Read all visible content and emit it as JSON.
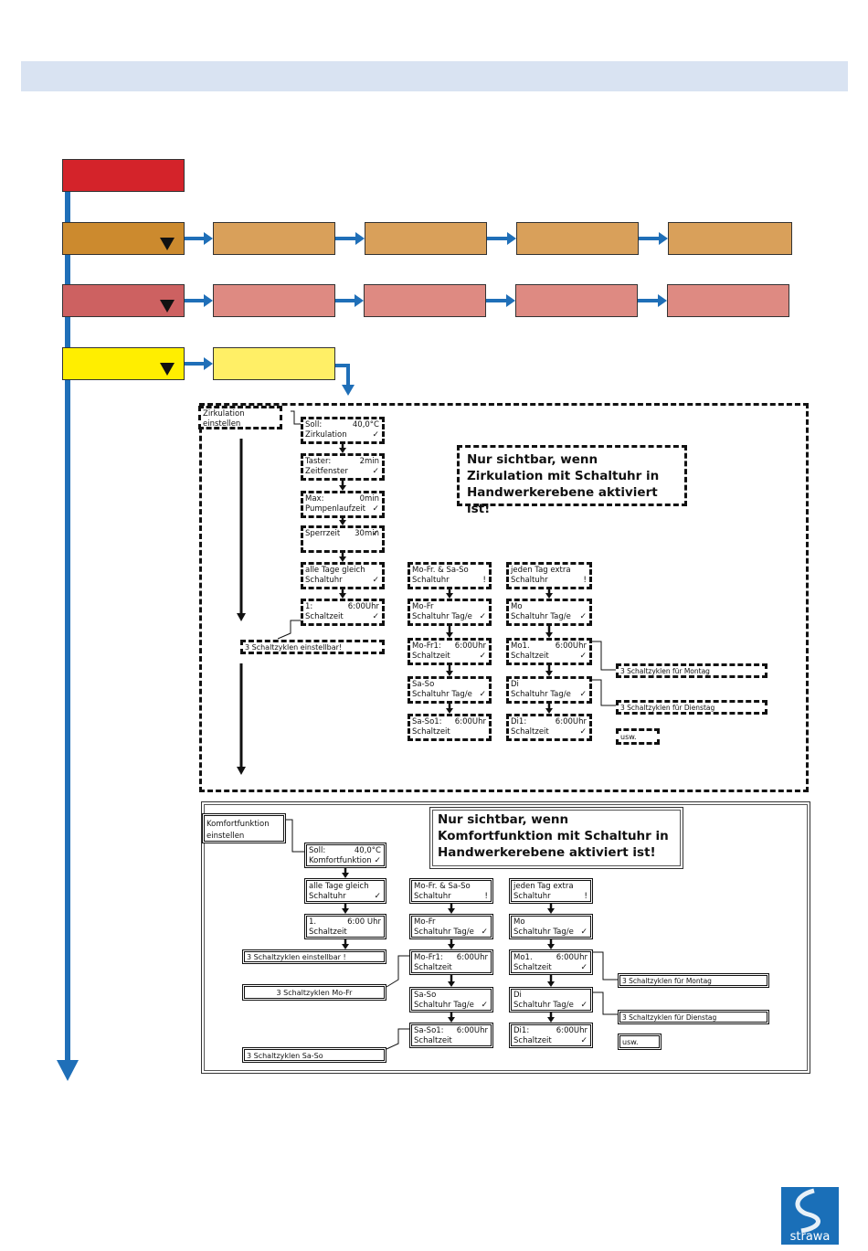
{
  "diagram_a": {
    "entry": [
      "Zirkulation",
      "einstellen"
    ],
    "col1": [
      {
        "l1": "Soll:",
        "r1": "40,0°C",
        "l2": "Zirkulation",
        "ck": "✓"
      },
      {
        "l1": "Taster:",
        "r1": "2min",
        "l2": "Zeitfenster",
        "ck": "✓"
      },
      {
        "l1": "Max:",
        "r1": "0min",
        "l2": "Pumpenlaufzeit",
        "ck": "✓"
      },
      {
        "l1": "",
        "r1": "30min",
        "l2": "Sperrzeit",
        "ck": "✓"
      },
      {
        "l1": "alle Tage gleich",
        "r1": "",
        "l2": "Schaltuhr",
        "ck": "✓"
      },
      {
        "l1": "1:",
        "r1": "6:00Uhr",
        "l2": "Schaltzeit",
        "ck": "✓"
      }
    ],
    "cycles": "3 Schaltzyklen einstellbar!",
    "col2": [
      {
        "l1": "Mo-Fr.   &  Sa-So",
        "r1": "",
        "l2": "Schaltuhr",
        "ck": "!"
      },
      {
        "l1": "Mo-Fr",
        "r1": "",
        "l2": "Schaltuhr Tag/e",
        "ck": "✓"
      },
      {
        "l1": "Mo-Fr1:",
        "r1": "6:00Uhr",
        "l2": "Schaltzeit",
        "ck": "✓"
      },
      {
        "l1": "Sa-So",
        "r1": "",
        "l2": "Schaltuhr Tag/e",
        "ck": "✓"
      },
      {
        "l1": "Sa-So1:",
        "r1": "6:00Uhr",
        "l2": "Schaltzeit",
        "ck": ""
      }
    ],
    "col3": [
      {
        "l1": "jeden Tag extra",
        "r1": "",
        "l2": "Schaltuhr",
        "ck": "!"
      },
      {
        "l1": "Mo",
        "r1": "",
        "l2": "Schaltuhr Tag/e",
        "ck": "✓"
      },
      {
        "l1": "Mo1.",
        "r1": "6:00Uhr",
        "l2": "Schaltzeit",
        "ck": "✓"
      },
      {
        "l1": "Di",
        "r1": "",
        "l2": "Schaltuhr Tag/e",
        "ck": "✓"
      },
      {
        "l1": "Di1:",
        "r1": "6:00Uhr",
        "l2": "Schaltzeit",
        "ck": "✓"
      }
    ],
    "side": [
      "3 Schaltzyklen für Montag",
      "3 Schaltzyklen für Dienstag",
      "usw."
    ],
    "note": "Nur sichtbar, wenn Zirkulation mit Schaltuhr in Handwerkerebene aktiviert ist!"
  },
  "diagram_b": {
    "entry": [
      "Komfortfunktion",
      "einstellen"
    ],
    "col1": [
      {
        "l1": "Soll:",
        "r1": "40,0°C",
        "l2": "Komfortfunktion",
        "ck": "✓"
      },
      {
        "l1": "alle Tage gleich",
        "r1": "",
        "l2": "Schaltuhr",
        "ck": "✓"
      },
      {
        "l1": "1.",
        "r1": "6:00 Uhr",
        "l2": "Schaltzeit",
        "ck": ""
      }
    ],
    "cycles": "3 Schaltzyklen einstellbar !",
    "cycles_mofr": "3 Schaltzyklen Mo-Fr",
    "cycles_saso": "3 Schaltzyklen Sa-So",
    "col2": [
      {
        "l1": "Mo-Fr.   &  Sa-So",
        "r1": "",
        "l2": "Schaltuhr",
        "ck": "!"
      },
      {
        "l1": "Mo-Fr",
        "r1": "",
        "l2": "Schaltuhr Tag/e",
        "ck": "✓"
      },
      {
        "l1": "Mo-Fr1:",
        "r1": "6:00Uhr",
        "l2": "Schaltzeit",
        "ck": ""
      },
      {
        "l1": "Sa-So",
        "r1": "",
        "l2": "Schaltuhr Tag/e",
        "ck": "✓"
      },
      {
        "l1": "Sa-So1:",
        "r1": "6:00Uhr",
        "l2": "Schaltzeit",
        "ck": ""
      }
    ],
    "col3": [
      {
        "l1": "jeden Tag extra",
        "r1": "",
        "l2": "Schaltuhr",
        "ck": "!"
      },
      {
        "l1": "Mo",
        "r1": "",
        "l2": "Schaltuhr Tag/e",
        "ck": "✓"
      },
      {
        "l1": "Mo1.",
        "r1": "6:00Uhr",
        "l2": "Schaltzeit",
        "ck": "✓"
      },
      {
        "l1": "Di",
        "r1": "",
        "l2": "Schaltuhr Tag/e",
        "ck": "✓"
      },
      {
        "l1": "Di1:",
        "r1": "6:00Uhr",
        "l2": "Schaltzeit",
        "ck": "✓"
      }
    ],
    "side": [
      "3 Schaltzyklen für Montag",
      "3 Schaltzyklen für Dienstag",
      "usw."
    ],
    "note": "Nur sichtbar, wenn  Komfortfunktion mit Schaltuhr in Handwerkerebene aktiviert ist!"
  },
  "logo": "strawa",
  "colors": {
    "red": "#d4232a",
    "orange_main": "#cc8a2e",
    "orange_sub": "#d9a05a",
    "rose_main": "#cd6161",
    "rose_sub": "#de8a82",
    "yellow_main": "#ffee00",
    "yellow_sub": "#ffef66",
    "blue": "#1f6fb8",
    "header_band": "#d9e3f2"
  }
}
